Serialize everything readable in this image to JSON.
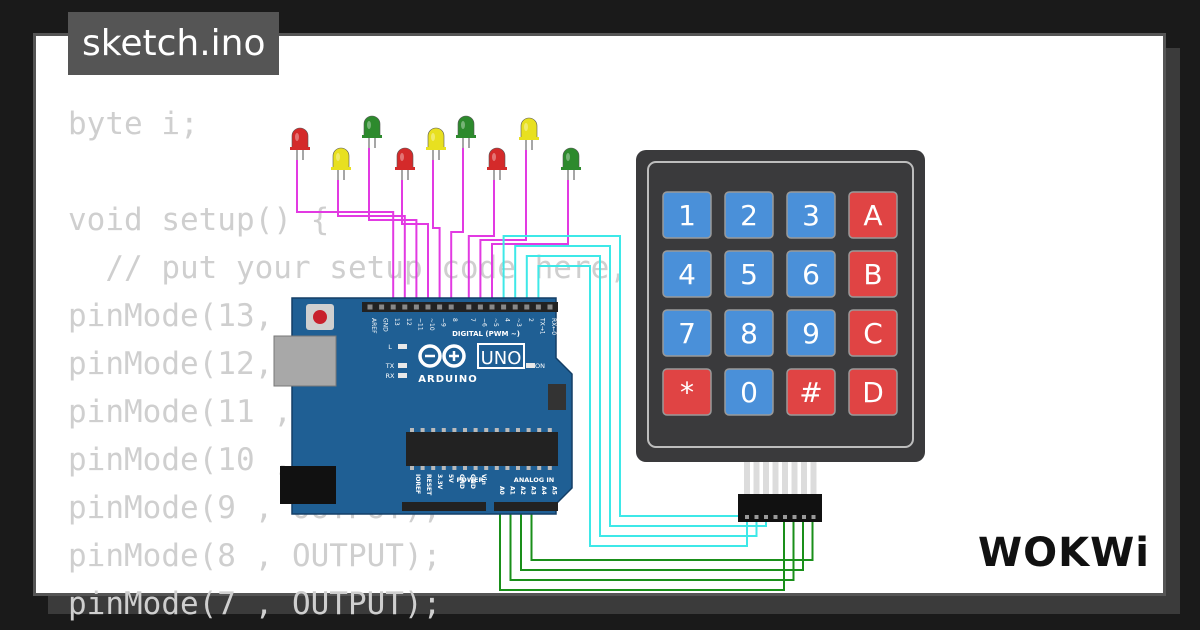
{
  "title_tab": {
    "label": "sketch.ino"
  },
  "code_lines": [
    "byte i;",
    "",
    "void setup() {",
    "  // put your setup code here, to run once:",
    "pinMode(13, OUTPUT);",
    "pinMode(12, OUTPUT);",
    "pinMode(11 , OUTPUT);",
    "pinMode(10 , OUTPUT);",
    "pinMode(9 , OUTPUT);",
    "pinMode(8 , OUTPUT);",
    "pinMode(7 , OUTPUT);"
  ],
  "board": {
    "model": "UNO",
    "brand": "ARDUINO",
    "digital_header": "DIGITAL (PWM ~)",
    "analog_header": "ANALOG IN",
    "power_header": "POWER",
    "digital_pins": [
      "AREF",
      "GND",
      "13",
      "12",
      "~11",
      "~10",
      "~9",
      "8",
      "7",
      "~6",
      "~5",
      "4",
      "~3",
      "2",
      "TX→1",
      "RX←0"
    ],
    "power_pins": [
      "IOREF",
      "RESET",
      "3.3V",
      "5V",
      "GND",
      "GND",
      "Vin"
    ],
    "analog_pins": [
      "A0",
      "A1",
      "A2",
      "A3",
      "A4",
      "A5"
    ],
    "led_labels": [
      "L",
      "TX",
      "RX",
      "ON"
    ]
  },
  "keypad": {
    "keys": [
      "1",
      "2",
      "3",
      "A",
      "4",
      "5",
      "6",
      "B",
      "7",
      "8",
      "9",
      "C",
      "*",
      "0",
      "#",
      "D"
    ]
  },
  "leds": [
    "red",
    "yellow",
    "green",
    "red",
    "yellow",
    "green",
    "red",
    "yellow",
    "green"
  ],
  "colors": {
    "board": "#1f5f94",
    "key_blue": "#4a90d9",
    "key_red": "#e04444",
    "keypad_body": "#3a3a3c",
    "wire_digital": "#e23ae2",
    "wire_row": "#3ee8e8",
    "wire_col": "#1a8f1a",
    "led_red": "#d42a2a",
    "led_yellow": "#e8e020",
    "led_green": "#2d8a2d"
  },
  "logo": {
    "text": "WOKWi"
  }
}
